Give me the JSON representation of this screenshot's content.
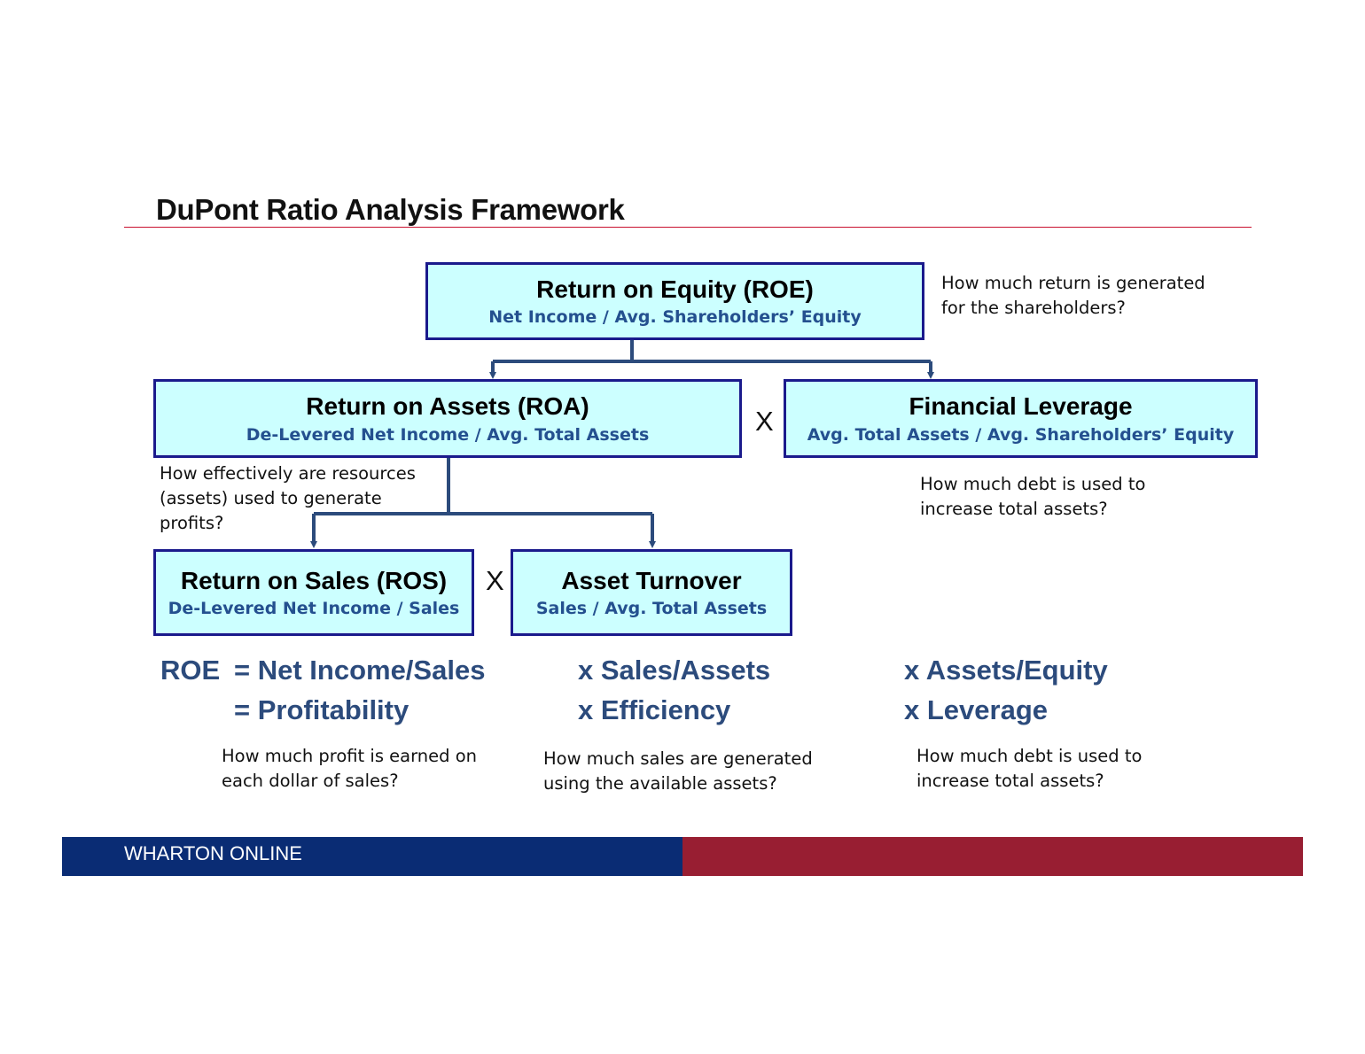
{
  "title": "DuPont Ratio Analysis Framework",
  "boxes": {
    "roe": {
      "title": "Return on Equity (ROE)",
      "formula": "Net Income / Avg. Shareholders’ Equity"
    },
    "roa": {
      "title": "Return on Assets (ROA)",
      "formula": "De-Levered Net Income / Avg. Total Assets"
    },
    "leverage": {
      "title": "Financial Leverage",
      "formula": "Avg. Total Assets / Avg. Shareholders’ Equity"
    },
    "ros": {
      "title": "Return on Sales (ROS)",
      "formula": "De-Levered Net Income / Sales"
    },
    "turnover": {
      "title": "Asset Turnover",
      "formula": "Sales / Avg. Total Assets"
    }
  },
  "operators": {
    "multiply": "X"
  },
  "notes": {
    "roe": "How much return is generated\nfor the shareholders?",
    "roa": "How effectively are resources\n(assets) used to generate\nprofits?",
    "leverage": "How much debt is used to\nincrease total assets?",
    "profitability": "How much profit is earned on\neach dollar of sales?",
    "efficiency": "How much sales are generated\nusing the available assets?",
    "leverage_bottom": "How much debt is used to\nincrease total assets?"
  },
  "equation": {
    "roe_label": "ROE",
    "line1_col1": "= Net Income/Sales",
    "line1_col2": "x Sales/Assets",
    "line1_col3": "x Assets/Equity",
    "line2_col1": "= Profitability",
    "line2_col2": "x  Efficiency",
    "line2_col3": "x Leverage"
  },
  "footer": {
    "brand": "WHARTON ONLINE"
  },
  "colors": {
    "box_fill": "#ccffff",
    "box_border": "#1a1a8c",
    "formula_text": "#24508f",
    "connector": "#2c4b7c",
    "equation_text": "#2c4b7c",
    "rule": "#c8102e",
    "footer_blue": "#0a2c74",
    "footer_red": "#981e32"
  }
}
